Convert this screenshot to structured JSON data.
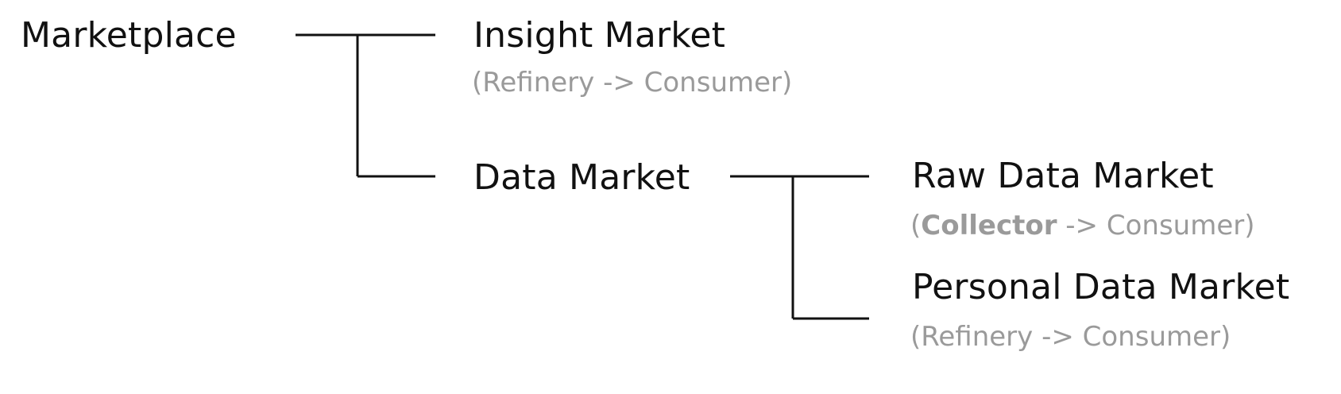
{
  "diagram": {
    "root": {
      "label": "Marketplace"
    },
    "insight_market": {
      "label": "Insight Market",
      "sub_open": "(",
      "sub_role": "Refinery",
      "sub_rest": " -> Consumer)"
    },
    "data_market": {
      "label": "Data Market"
    },
    "raw_data_market": {
      "label": "Raw Data Market",
      "sub_open": "(",
      "sub_role": "Collector",
      "sub_rest": " -> Consumer)"
    },
    "personal_data_market": {
      "label": "Personal Data Market",
      "sub_open": "(",
      "sub_role": "Refinery",
      "sub_rest": " -> Consumer)"
    }
  }
}
